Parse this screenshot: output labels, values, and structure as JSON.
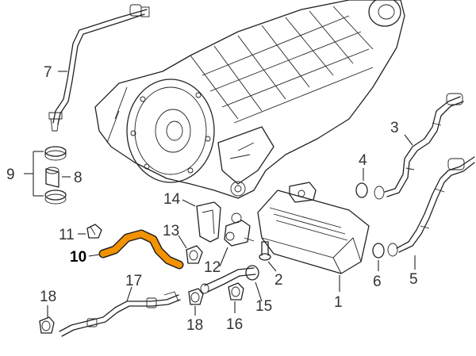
{
  "diagram": {
    "highlight_color": "#f39200",
    "line_color": "#222222",
    "callouts": [
      {
        "id": "c1",
        "text": "1"
      },
      {
        "id": "c2",
        "text": "2"
      },
      {
        "id": "c3",
        "text": "3"
      },
      {
        "id": "c4",
        "text": "4"
      },
      {
        "id": "c5",
        "text": "5"
      },
      {
        "id": "c6",
        "text": "6"
      },
      {
        "id": "c7",
        "text": "7"
      },
      {
        "id": "c8",
        "text": "8"
      },
      {
        "id": "c9",
        "text": "9"
      },
      {
        "id": "c10",
        "text": "10"
      },
      {
        "id": "c11",
        "text": "11"
      },
      {
        "id": "c12",
        "text": "12"
      },
      {
        "id": "c13",
        "text": "13"
      },
      {
        "id": "c14",
        "text": "14"
      },
      {
        "id": "c15",
        "text": "15"
      },
      {
        "id": "c16",
        "text": "16"
      },
      {
        "id": "c17",
        "text": "17"
      },
      {
        "id": "c18a",
        "text": "18"
      },
      {
        "id": "c18b",
        "text": "18"
      }
    ]
  }
}
